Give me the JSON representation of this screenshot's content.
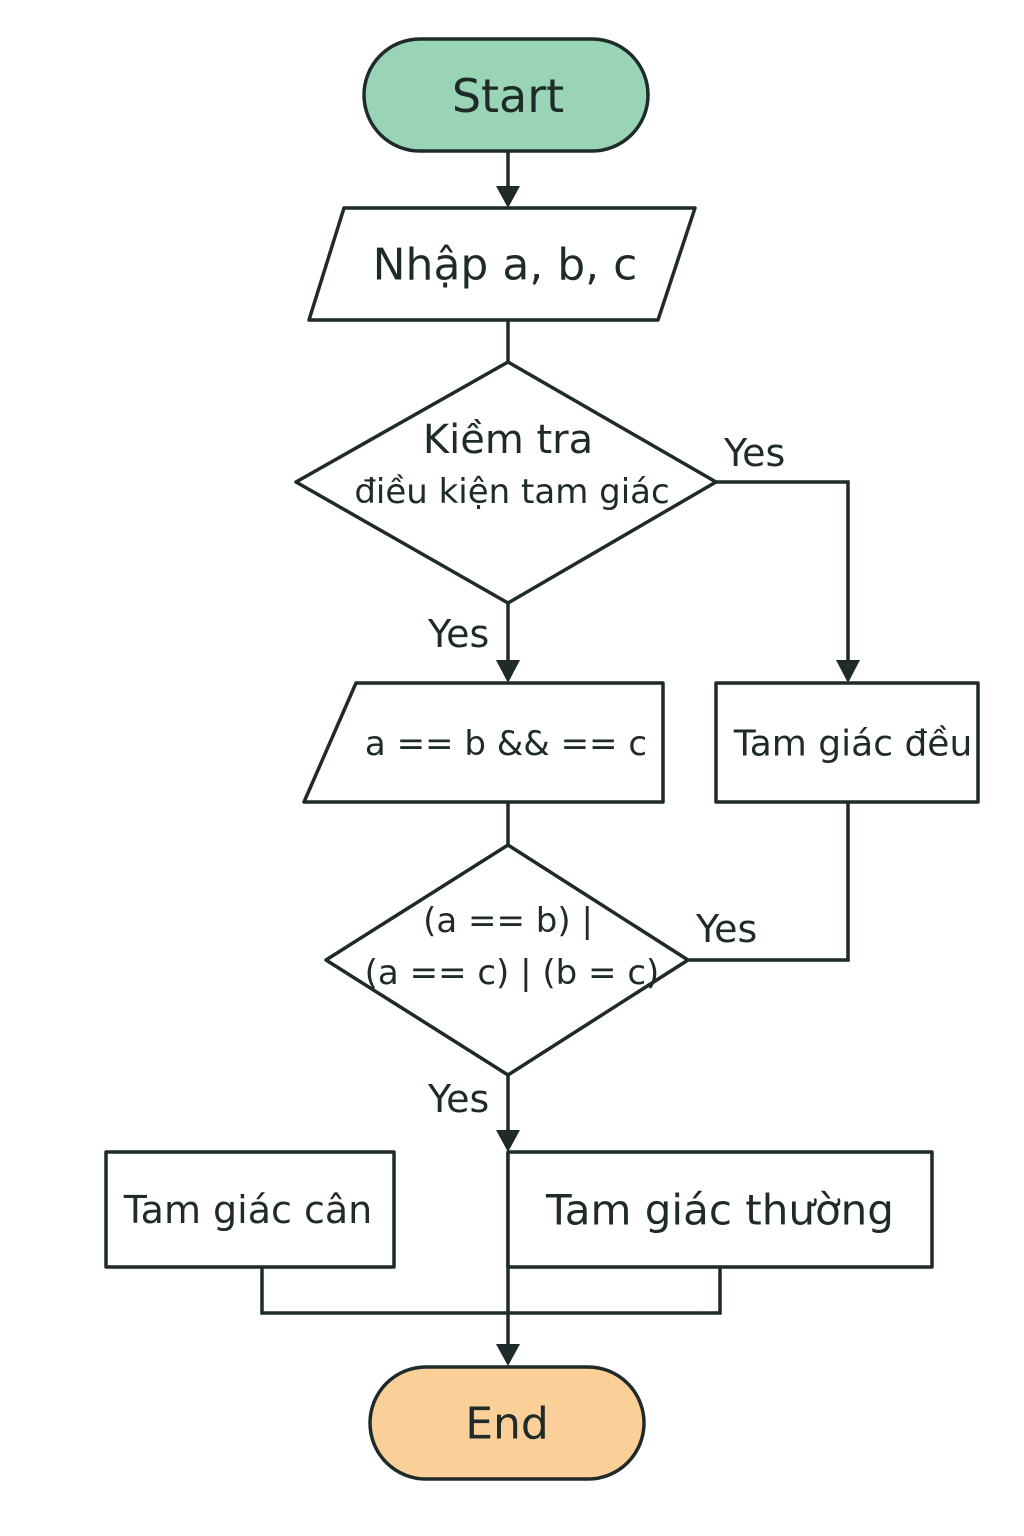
{
  "colors": {
    "start_fill": "#98d4b5",
    "end_fill": "#fbcf98",
    "stroke": "#1f2a2a",
    "background": "#ffffff"
  },
  "nodes": {
    "start": "Start",
    "input": "Nhập a, b, c",
    "check_line1": "Kiềm tra",
    "check_line2": "điều kiện tam giác",
    "equal_condition": "a == b && == c",
    "equilateral": "Tam giác đều",
    "isosceles_condition_line1": "(a == b) |",
    "isosceles_condition_line2": "(a == c) | (b = c)",
    "isosceles": "Tam giác cân",
    "scalene": "Tam giác thường",
    "end": "End"
  },
  "edges": {
    "check_right": "Yes",
    "check_down": "Yes",
    "iso_right": "Yes",
    "iso_down": "Yes"
  }
}
